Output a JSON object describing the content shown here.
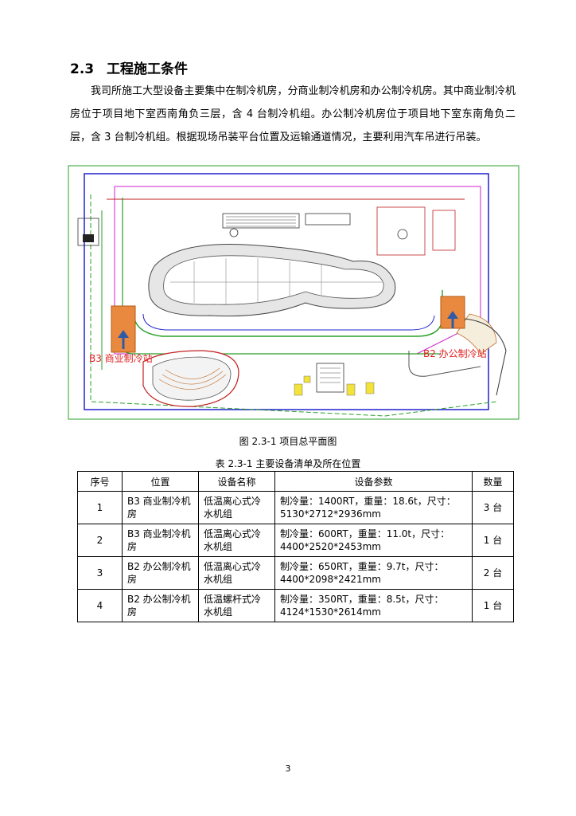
{
  "section": {
    "number": "2.3",
    "title": "工程施工条件"
  },
  "paragraph": "我司所施工大型设备主要集中在制冷机房，分商业制冷机房和办公制冷机房。其中商业制冷机房位于项目地下室西南角负三层，含 4 台制冷机组。办公制冷机房位于项目地下室东南角负二层，含 3 台制冷机组。根据现场吊装平台位置及运输通道情况，主要利用汽车吊进行吊装。",
  "figure": {
    "label_left": "B3 商业制冷站",
    "label_right": "B2 办公制冷站",
    "caption": "图 2.3-1  项目总平面图",
    "colors": {
      "station": "#e8893f",
      "arrow": "#2f5aa8",
      "label": "#e02020",
      "boundary": "#2020d0"
    }
  },
  "table": {
    "caption": "表 2.3-1  主要设备清单及所在位置",
    "headers": [
      "序号",
      "位置",
      "设备名称",
      "设备参数",
      "数量"
    ],
    "rows": [
      [
        "1",
        "B3 商业制冷机房",
        "低温离心式冷水机组",
        "制冷量：1400RT，重量：18.6t，尺寸：5130*2712*2936mm",
        "3 台"
      ],
      [
        "2",
        "B3 商业制冷机房",
        "低温离心式冷水机组",
        "制冷量：600RT，重量：11.0t，尺寸：4400*2520*2453mm",
        "1 台"
      ],
      [
        "3",
        "B2 办公制冷机房",
        "低温离心式冷水机组",
        "制冷量：650RT，重量：9.7t，尺寸：4400*2098*2421mm",
        "2 台"
      ],
      [
        "4",
        "B2 办公制冷机房",
        "低温螺杆式冷水机组",
        "制冷量：350RT，重量：8.5t，尺寸：4124*1530*2614mm",
        "1 台"
      ]
    ]
  },
  "page_number": "3"
}
